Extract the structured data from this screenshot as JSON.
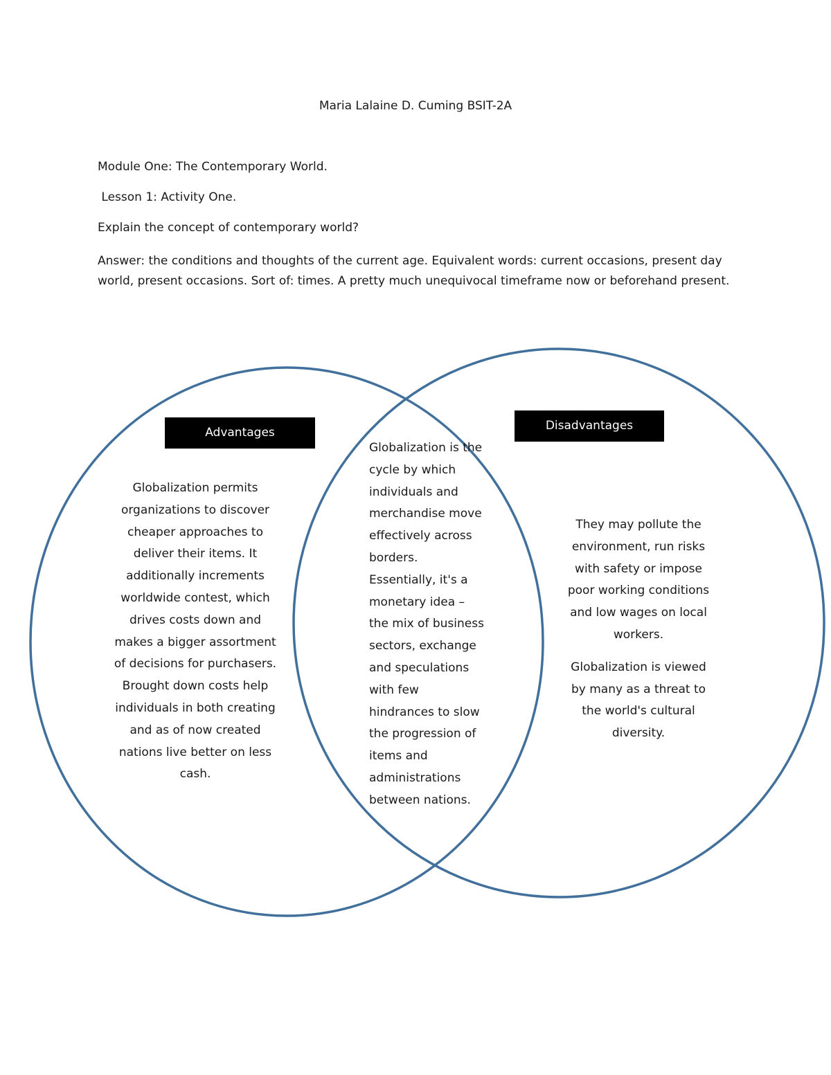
{
  "header": {
    "author": "Maria Lalaine D. Cuming BSIT-2A"
  },
  "module": {
    "title": "Module One: The Contemporary World.",
    "lesson": " Lesson 1: Activity One.",
    "question": "Explain the concept of contemporary world?",
    "answer": "Answer:  the conditions and thoughts of the current age. Equivalent words: current occasions, present day world, present occasions. Sort of: times. A pretty much unequivocal timeframe now or beforehand present."
  },
  "venn": {
    "circle_color": "#41709c",
    "advantages": {
      "label": "Advantages",
      "text": "Globalization permits organizations to discover cheaper approaches to deliver their items. It additionally increments worldwide contest, which drives costs down and makes a bigger assortment of decisions for purchasers. Brought down costs help individuals in both creating and as of now created nations live better on less cash."
    },
    "overlap": {
      "text": "Globalization is the cycle by which individuals and merchandise move effectively across borders. Essentially, it's a monetary idea – the mix of business sectors, exchange and speculations with few hindrances to slow the progression of items and administrations between nations."
    },
    "disadvantages": {
      "label": "Disadvantages",
      "paragraph1": "They may pollute the environment, run risks with safety or impose poor working conditions and low wages on local workers.",
      "paragraph2": "Globalization is viewed by many as a threat to the world's cultural diversity."
    }
  }
}
